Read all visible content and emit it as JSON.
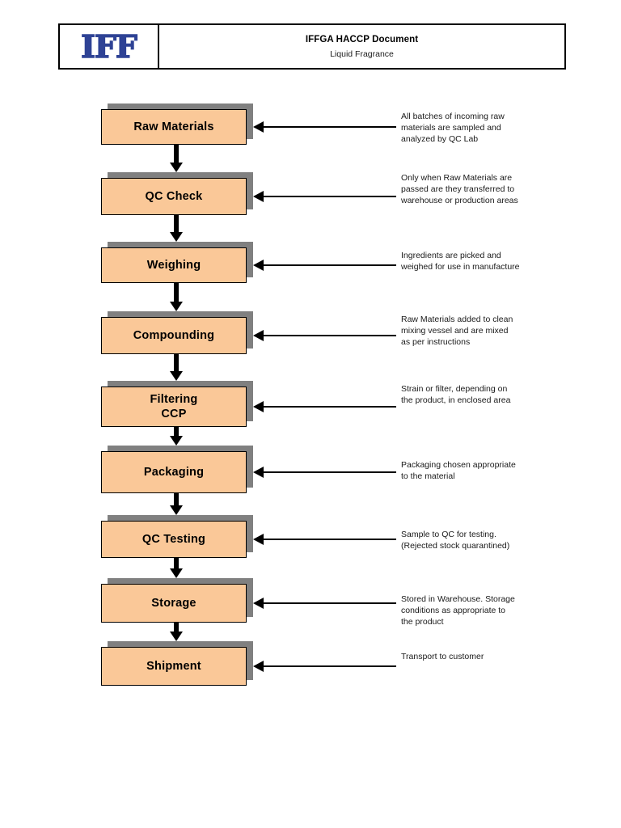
{
  "header": {
    "logo_text": "IFF",
    "logo_color": "#2e4295",
    "title_main": "IFFGA HACCP Document",
    "title_sub": "Liquid Fragrance"
  },
  "theme": {
    "box_fill": "#fac898",
    "box_border": "#000000",
    "box_shadow": "#808080",
    "text_color": "#000000",
    "annotation_color": "#1a1a1a",
    "page_background": "#ffffff"
  },
  "flowchart": {
    "type": "process-flow",
    "orientation": "vertical",
    "steps": [
      {
        "label": "Raw Materials",
        "sublabel": "",
        "annotation": "All batches of incoming raw\nmaterials are sampled and\nanalyzed by QC Lab"
      },
      {
        "label": "QC Check",
        "sublabel": "",
        "annotation": "Only when Raw Materials are\npassed are they transferred to\nwarehouse or production areas"
      },
      {
        "label": "Weighing",
        "sublabel": "",
        "annotation": "Ingredients are picked and\nweighed for use in manufacture"
      },
      {
        "label": "Compounding",
        "sublabel": "",
        "annotation": "Raw Materials added to clean\nmixing vessel and are mixed\nas per instructions"
      },
      {
        "label": "Filtering",
        "sublabel": "CCP",
        "annotation": "Strain or filter, depending on\nthe product, in enclosed area"
      },
      {
        "label": "Packaging",
        "sublabel": "",
        "annotation": "Packaging chosen appropriate\n to the material"
      },
      {
        "label": "QC Testing",
        "sublabel": "",
        "annotation": "Sample to QC for testing.\n(Rejected stock quarantined)"
      },
      {
        "label": "Storage",
        "sublabel": "",
        "annotation": "Stored in Warehouse. Storage\nconditions as appropriate to\nthe product"
      },
      {
        "label": "Shipment",
        "sublabel": "",
        "annotation": "Transport to customer"
      }
    ]
  }
}
